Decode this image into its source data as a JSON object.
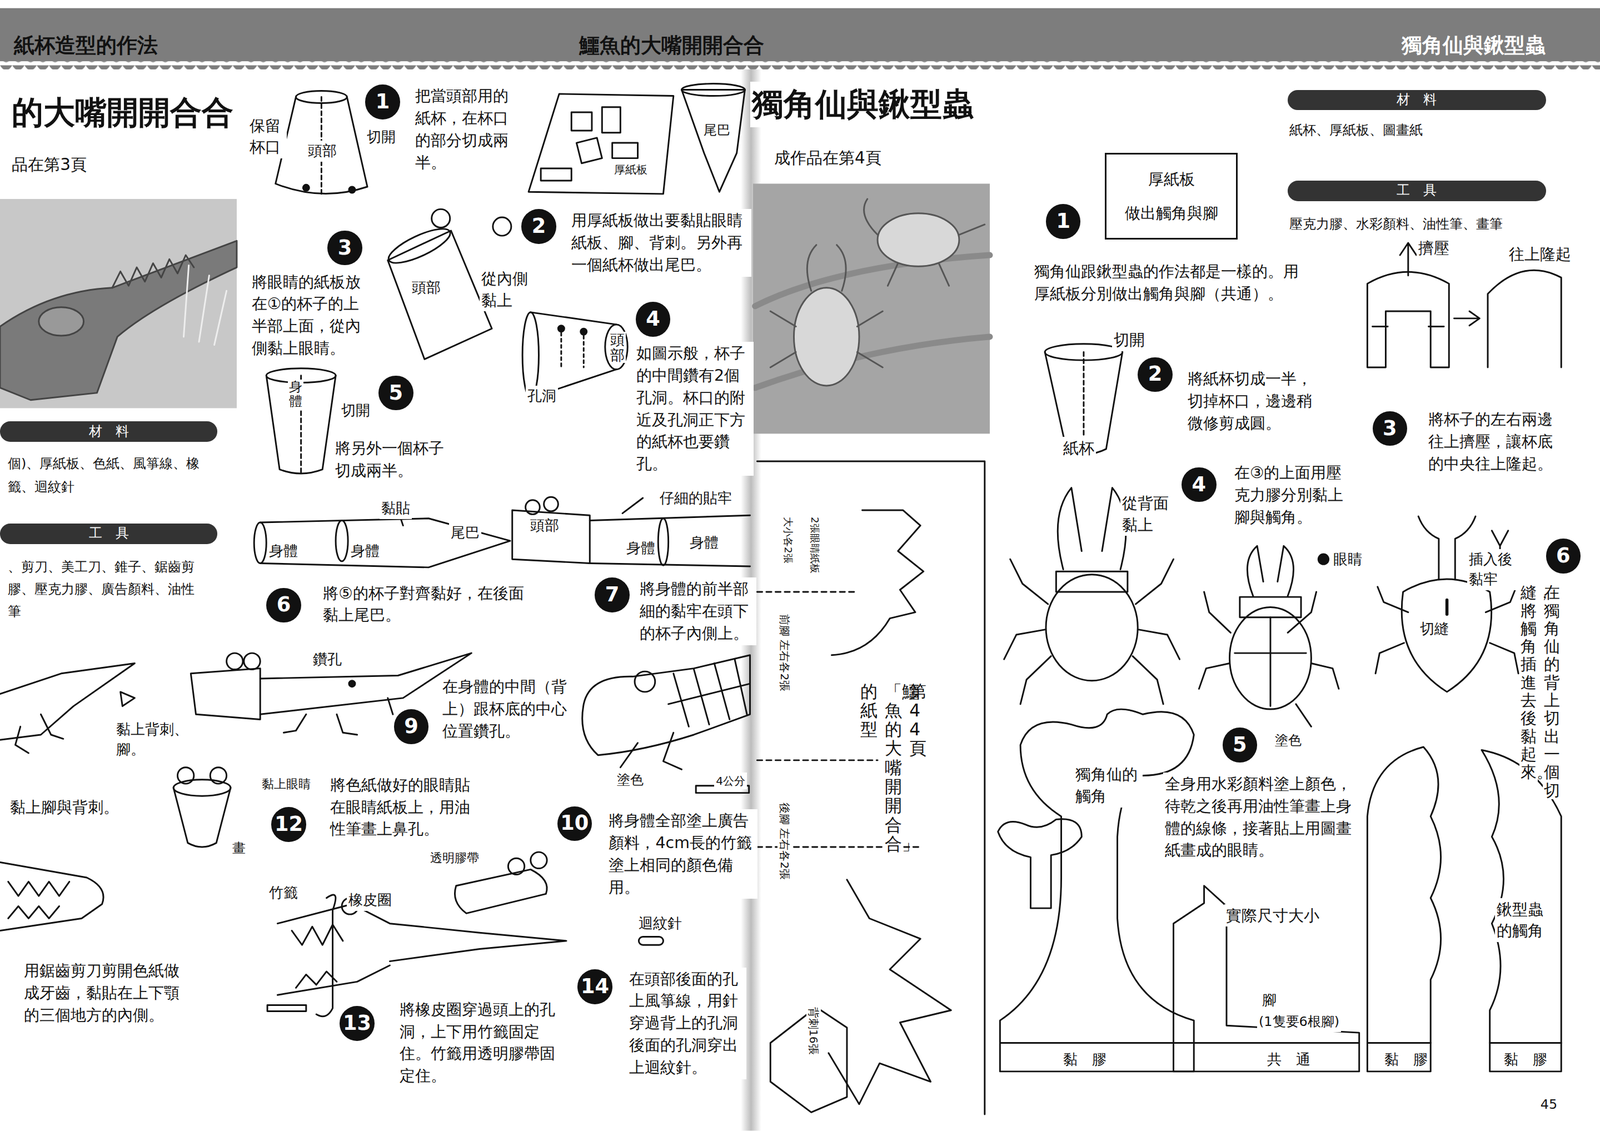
{
  "diagram": {
    "nodes": [
      {
        "text": [
          "材　料"
        ]
      },
      {
        "text": [
          "工　具"
        ]
      },
      {
        "text": [
          "1"
        ]
      },
      {
        "text": [
          "2"
        ]
      },
      {
        "text": [
          "3"
        ]
      },
      {
        "text": [
          "4"
        ]
      },
      {
        "text": [
          "5"
        ]
      },
      {
        "text": [
          "6"
        ]
      },
      {
        "text": [
          "7"
        ]
      },
      {
        "text": [
          "9"
        ]
      },
      {
        "text": [
          "12"
        ]
      },
      {
        "text": [
          "10"
        ]
      },
      {
        "text": [
          "13"
        ]
      },
      {
        "text": [
          "14"
        ]
      },
      {
        "text": [
          "1"
        ]
      },
      {
        "text": [
          "厚紙板",
          "做出觸角與腳"
        ]
      },
      {
        "text": [
          "材　料"
        ]
      },
      {
        "text": [
          "工　具"
        ]
      },
      {
        "text": [
          "2"
        ]
      },
      {
        "text": [
          "3"
        ]
      },
      {
        "text": [
          "4"
        ]
      },
      {
        "text": [
          "5"
        ]
      },
      {
        "text": [
          "6"
        ]
      }
    ],
    "labels": [
      "紙杯造型的作法",
      "鱷魚的大嘴開開合合",
      "獨角仙與鍬型蟲",
      "的大嘴開開合合",
      "品在第3頁",
      "個)、厚紙板、色紙、風箏線、橡",
      "籤、迴紋針",
      "、剪刀、美工刀、錐子、鋸齒剪",
      "膠、壓克力膠、廣告顏料、油性",
      "筆",
      "保留杯口",
      "頭部",
      "切開",
      "把當頭部用的紙杯，在杯口的部分切成兩半。",
      "厚紙板",
      "尾巴",
      "用厚紙板做出要黏貼眼睛紙板、腳、背刺。另外再一個紙杯做出尾巴。",
      "將眼睛的紙板放在①的杯子的上半部上面，從內側黏上眼睛。",
      "頭部",
      "從內側黏上",
      "如圖示般，杯子的中間鑽有2個孔洞。杯口的附近及孔洞正下方的紙杯也要鑽孔。",
      "頭部",
      "孔洞",
      "將另外一個杯子切成兩半。",
      "身體",
      "切開",
      "黏貼",
      "身體",
      "身體",
      "尾巴",
      "將⑤的杯子對齊黏好，在後面黏上尾巴。",
      "仔細的貼牢",
      "頭部",
      "身體",
      "身體",
      "將身體的前半部細的黏牢在頭下的杯子內側上。",
      "鑽孔",
      "在身體的中間（背上）跟杯底的中心位置鑽孔。",
      "黏上背刺、腳。",
      "黏上腳與背刺。",
      "黏上眼睛",
      "畫",
      "將色紙做好的眼睛貼在眼睛紙板上，用油性筆畫上鼻孔。",
      "塗色",
      "4公分",
      "將身體全部塗上廣告顏料，4cm長的竹籤塗上相同的顏色備用。",
      "透明膠帶",
      "竹籤",
      "橡皮圈",
      "用鋸齒剪刀剪開色紙做成牙齒，黏貼在上下顎的三個地方的內側。",
      "迴紋針",
      "將橡皮圈穿過頭上的孔洞，上下用竹籤固定住。竹籤用透明膠帶固定住。",
      "在頭部後面的孔上風箏線，用針穿過背上的孔洞後面的孔洞穿出上迴紋針。",
      "2張眼睛紙板",
      "大小各2張",
      "前腳 左右各2張",
      "後腳 左右各2張",
      "背刺16張",
      "第44頁",
      "「鱷魚的大嘴開開合合」",
      "的紙型",
      "獨角仙與鍬型蟲",
      "成作品在第4頁",
      "紙杯、厚紙板、圖畫紙",
      "壓克力膠、水彩顏料、油性筆、畫筆",
      "獨角仙跟鍬型蟲的作法都是一樣的。用厚紙板分別做出觸角與腳（共通）。",
      "擠壓",
      "往上隆起",
      "切開",
      "紙杯",
      "將紙杯切成一半，切掉杯口，邊邊稍微修剪成圓。",
      "將杯子的左右兩邊往上擠壓，讓杯底的中央往上隆起。",
      "在③的上面用壓克力膠分別黏上腳與觸角。",
      "從背面黏上",
      "眼睛",
      "插入後黏牢",
      "切縫",
      "在獨角仙的背上切出一個切",
      "縫，將觸角插進去後黏起來。",
      "塗色",
      "全身用水彩顏料塗上顏色，待乾之後再用油性筆畫上身體的線條，接著貼上用圖畫紙畫成的眼睛。",
      "獨角仙的觸角",
      "實際尺寸大小",
      "鍬型蟲的觸角",
      "腳",
      "(1隻要6根腳)",
      "黏　膠",
      "共　通",
      "黏　膠",
      "黏　膠",
      "45"
    ]
  }
}
